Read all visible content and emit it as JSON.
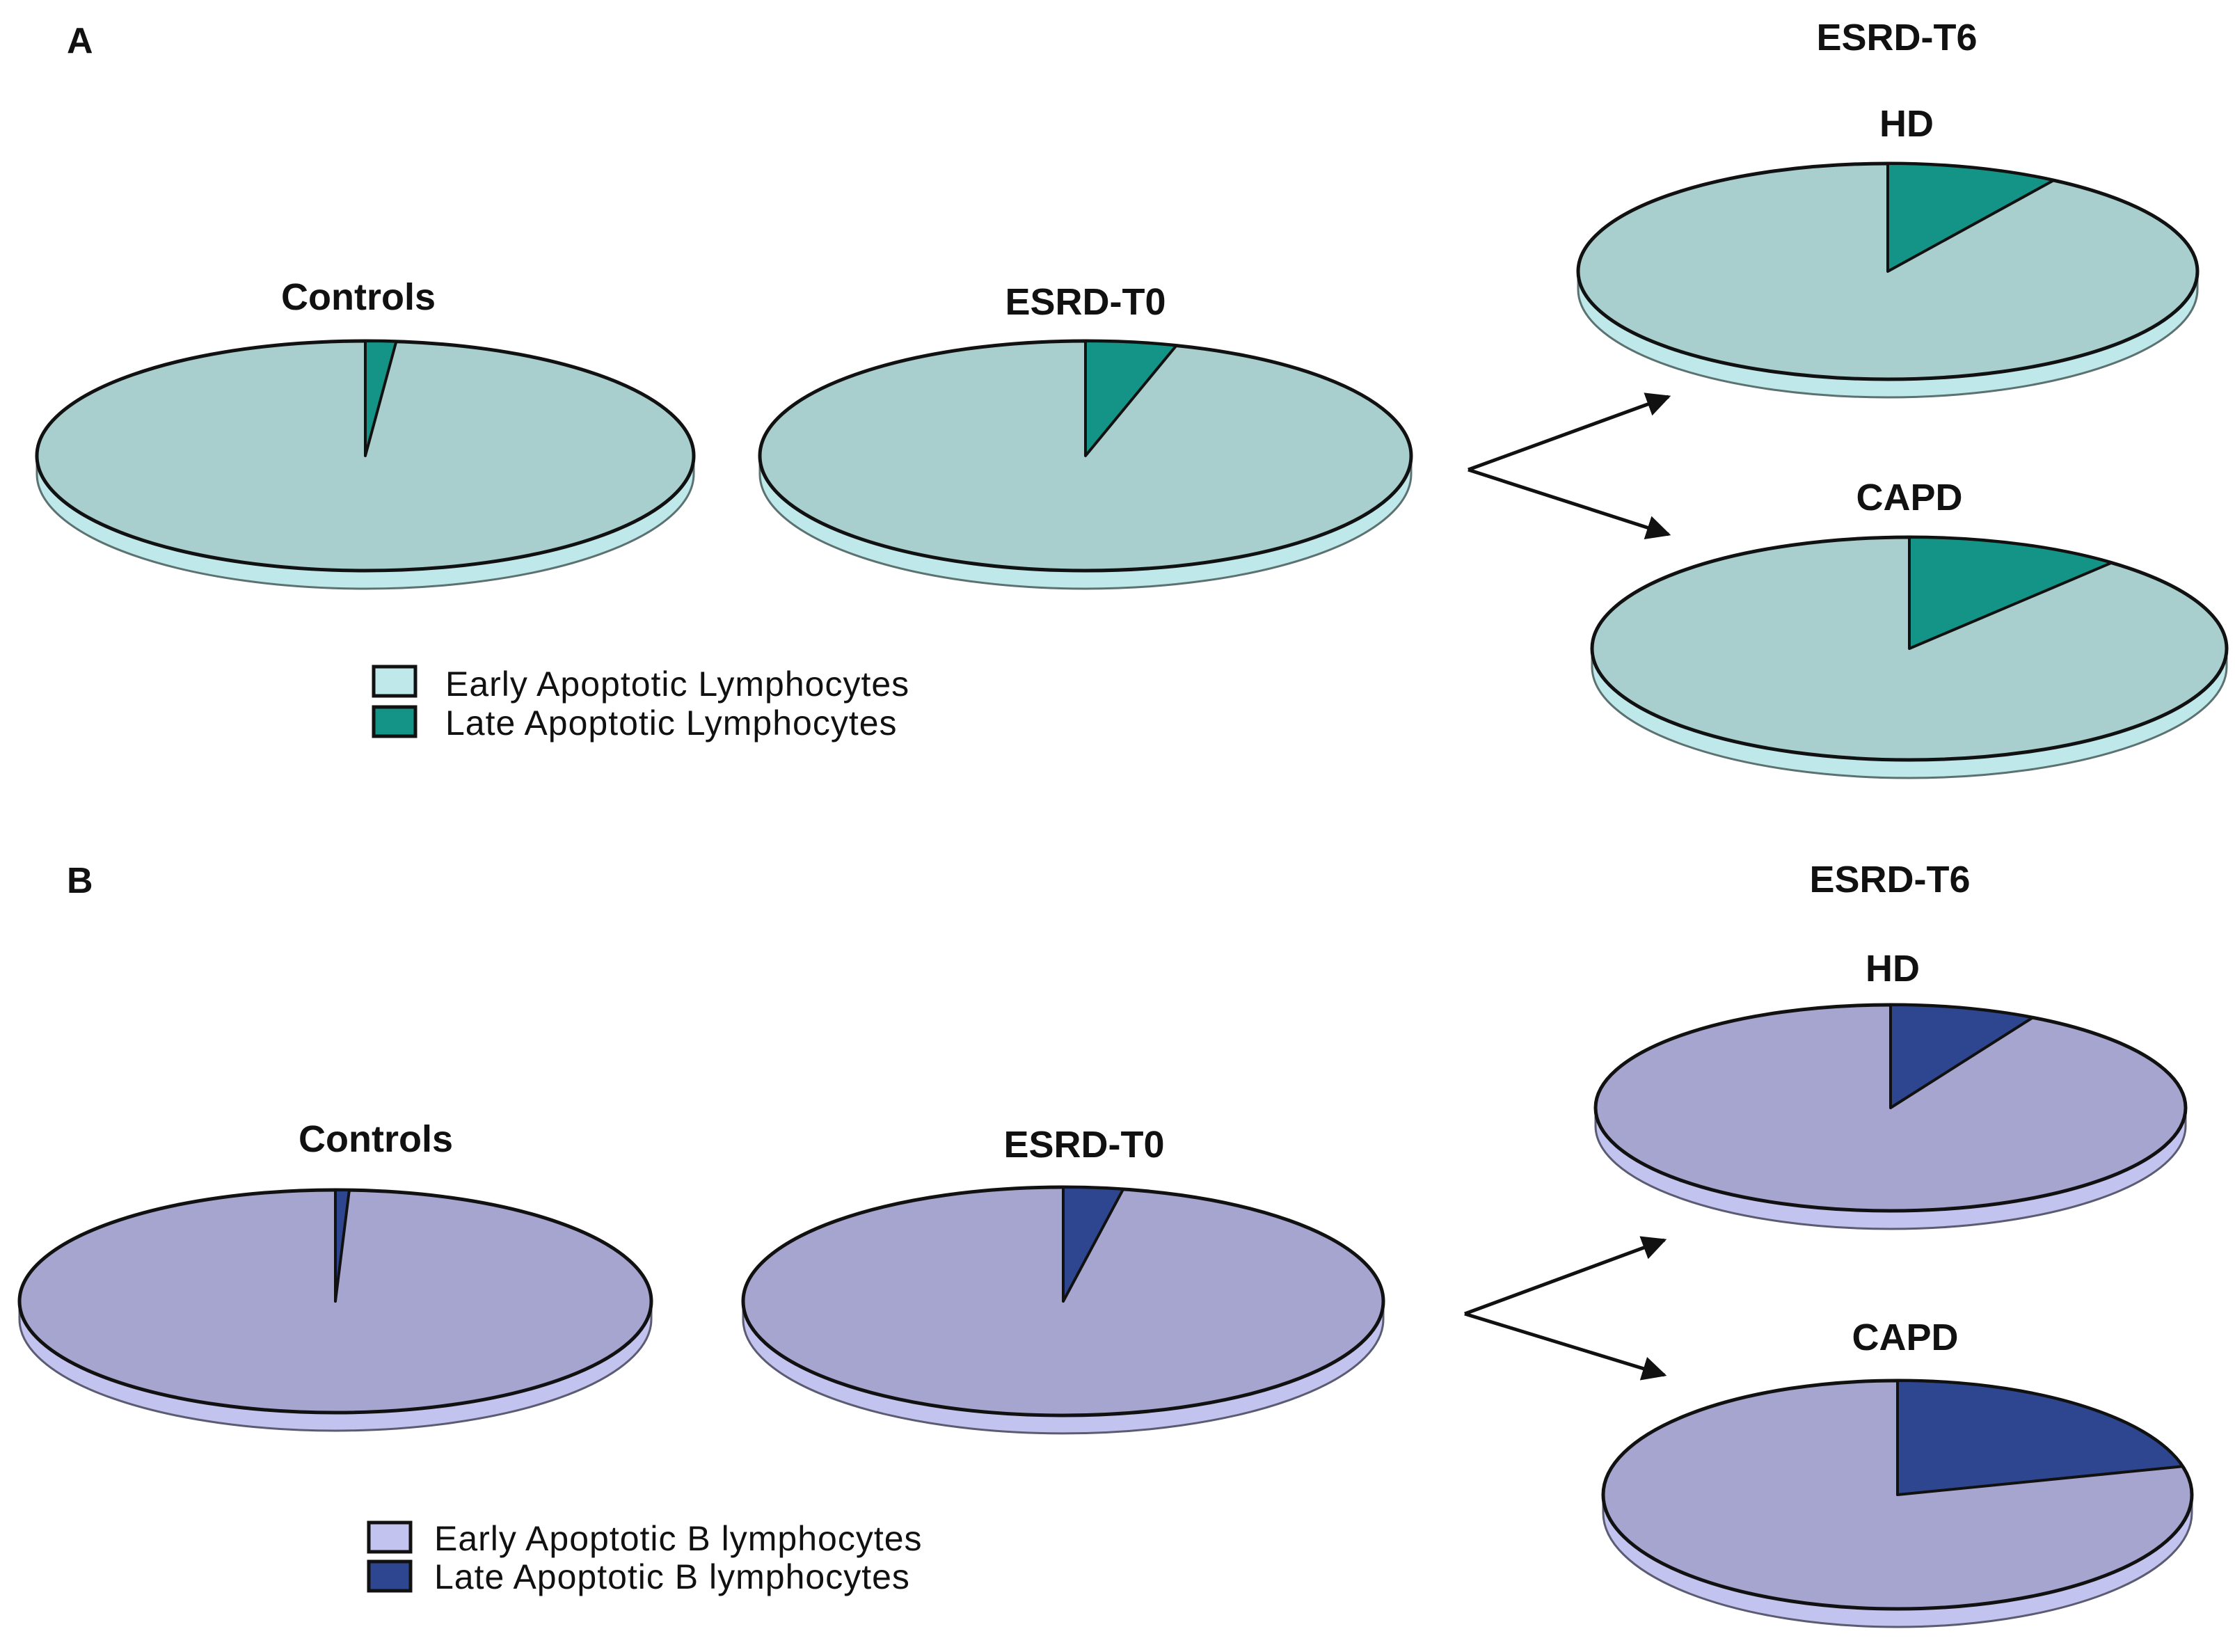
{
  "panels": [
    {
      "label": "A",
      "group_label": "ESRD-T6",
      "legend": [
        "Early Apoptotic Lymphocytes",
        "Late Apoptotic Lymphocytes"
      ],
      "colors": {
        "early": "#a8cfcd",
        "early_rim": "#bfe8ea",
        "late": "#149486"
      }
    },
    {
      "label": "B",
      "group_label": "ESRD-T6",
      "legend": [
        "Early Apoptotic B lymphocytes",
        "Late Apoptotic B lymphocytes"
      ],
      "colors": {
        "early": "#a5a5cf",
        "early_rim": "#c3c3ef",
        "late": "#2e4690"
      }
    }
  ],
  "chart_data": [
    {
      "type": "pie",
      "panel": "A",
      "series": [
        "Early Apoptotic Lymphocytes",
        "Late Apoptotic Lymphocytes"
      ],
      "pies": [
        {
          "title": "Controls",
          "values": [
            98.5,
            1.5
          ]
        },
        {
          "title": "ESRD-T0",
          "values": [
            95.5,
            4.5
          ]
        },
        {
          "title": "HD",
          "values": [
            91,
            9
          ]
        },
        {
          "title": "CAPD",
          "values": [
            89,
            11
          ]
        }
      ]
    },
    {
      "type": "pie",
      "panel": "B",
      "series": [
        "Early Apoptotic B lymphocytes",
        "Late Apoptotic B lymphocytes"
      ],
      "pies": [
        {
          "title": "Controls",
          "values": [
            99.3,
            0.7
          ]
        },
        {
          "title": "ESRD-T0",
          "values": [
            97,
            3
          ]
        },
        {
          "title": "HD",
          "values": [
            92,
            8
          ]
        },
        {
          "title": "CAPD",
          "values": [
            79,
            21
          ]
        }
      ]
    }
  ]
}
